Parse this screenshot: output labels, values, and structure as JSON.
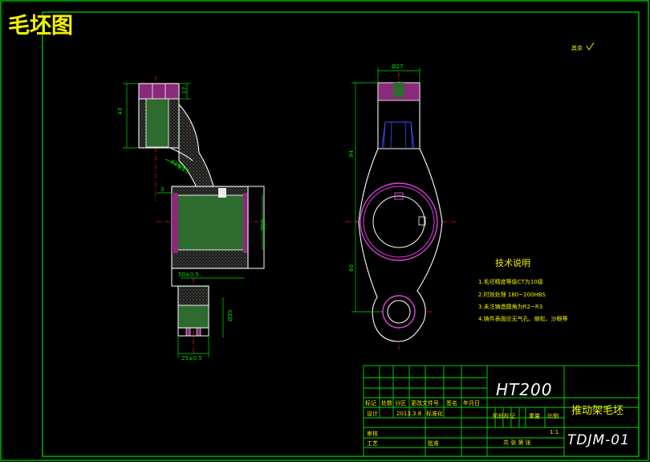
{
  "title": "毛坯图",
  "surface_mark": "其余",
  "dims_left": {
    "h43": "43",
    "h17": "17",
    "r_a": "R28",
    "r_b": "R45",
    "h3": "3",
    "d60": "Ø60",
    "len50": "50±0.5",
    "d35": "Ø35",
    "w25": "25±0.5"
  },
  "dims_right": {
    "top_d": "Ø27",
    "h94": "94",
    "h60": "60"
  },
  "tech": {
    "title": "技术说明",
    "items": [
      "1.毛坯精度等级CT为10级",
      "2.时效处理 180~200HBS",
      "3.未注铸造圆角为R2~R3",
      "4.铸件表面应无气孔、缩松、沙眼等"
    ]
  },
  "titleblock": {
    "material": "HT200",
    "part_name": "推动架毛坯",
    "drawing_no": "TDJM-01",
    "mark_label": "标记",
    "count_label": "处数",
    "zone_label": "分区",
    "doc_label": "更改文件号",
    "sign_label": "签名",
    "date_label": "年月日",
    "design_label": "设计",
    "date_value": "2013.3.8",
    "std_label": "标准化",
    "stage_label": "阶段标记",
    "weight_label": "重量",
    "scale_label": "比例",
    "scale_value": "1:1",
    "review_label": "审核",
    "process_label": "工艺",
    "approve_label": "批准",
    "sheets_label": "共 张  第 张"
  }
}
